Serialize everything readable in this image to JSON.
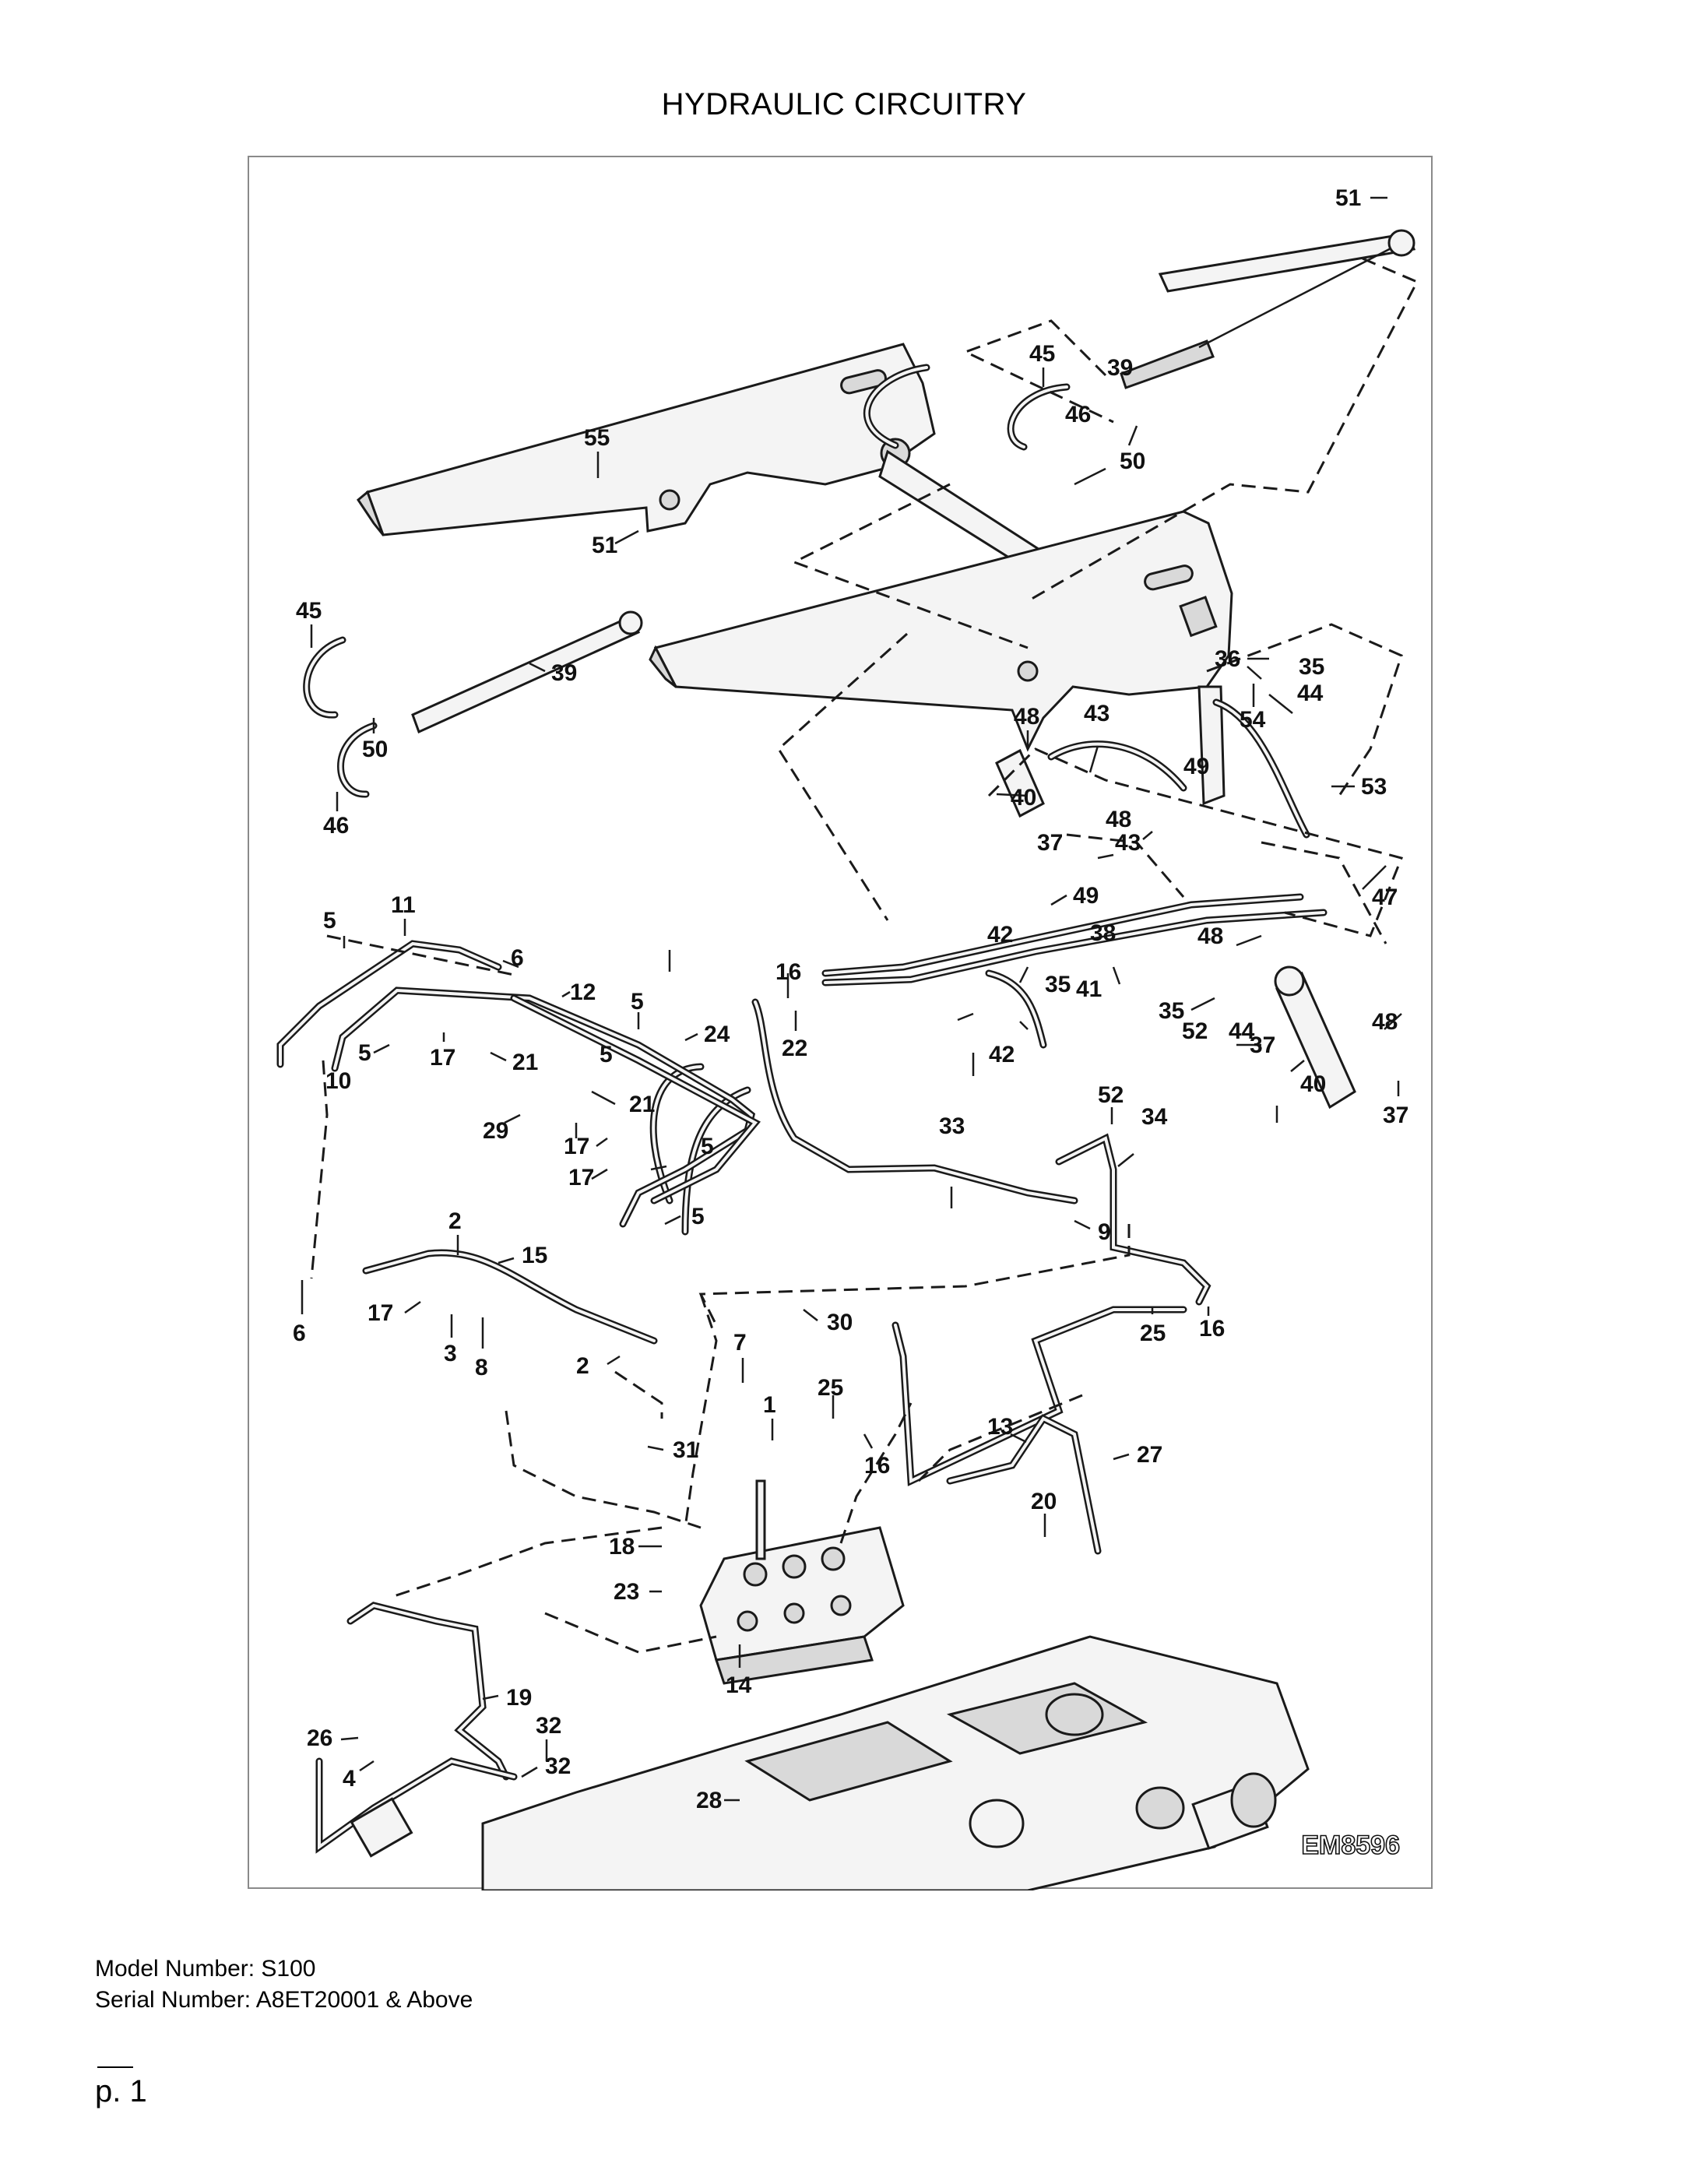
{
  "page": {
    "title": "HYDRAULIC CIRCUITRY",
    "figure_code": "EM8596",
    "model_line": "Model Number: S100",
    "serial_line": "Serial Number: A8ET20001 & Above",
    "page_number": "p. 1"
  },
  "callouts": {
    "c51a": "51",
    "c45a": "45",
    "c39a": "39",
    "c55": "55",
    "c46a": "46",
    "c50a": "50",
    "c51b": "51",
    "c45b": "45",
    "c39b": "39",
    "c50b": "50",
    "c46b": "46",
    "c36": "36",
    "c35a": "35",
    "c54": "54",
    "c44a": "44",
    "c43a": "43",
    "c48a": "48",
    "c49a": "49",
    "c40a": "40",
    "c53": "53",
    "c48b": "48",
    "c37a": "37",
    "c43b": "43",
    "c49b": "49",
    "c47": "47",
    "c42a": "42",
    "c38": "38",
    "c48c": "48",
    "c35b": "35",
    "c41": "41",
    "c35c": "35",
    "c52a": "52",
    "c44b": "44",
    "c48d": "48",
    "c37b": "37",
    "c40b": "40",
    "c37c": "37",
    "c42b": "42",
    "c52b": "52",
    "c16a": "16",
    "c22": "22",
    "c5a": "5",
    "c11": "11",
    "c6a": "6",
    "c12": "12",
    "c5b": "5",
    "c24": "24",
    "c5c": "5",
    "c17a": "17",
    "c21a": "21",
    "c10": "10",
    "c5d": "5",
    "c29": "29",
    "c17b": "17",
    "c21b": "21",
    "c5e": "5",
    "c17c": "17",
    "c5f": "5",
    "c33": "33",
    "c34": "34",
    "c9": "9",
    "c2a": "2",
    "c15": "15",
    "c6b": "6",
    "c17d": "17",
    "c3": "3",
    "c8": "8",
    "c2b": "2",
    "c7": "7",
    "c30": "30",
    "c25a": "25",
    "c16b": "16",
    "c1": "1",
    "c25b": "25",
    "c16c": "16",
    "c31": "31",
    "c13": "13",
    "c27": "27",
    "c20": "20",
    "c18": "18",
    "c23": "23",
    "c14": "14",
    "c19": "19",
    "c32a": "32",
    "c26": "26",
    "c4": "4",
    "c32b": "32",
    "c28": "28"
  }
}
